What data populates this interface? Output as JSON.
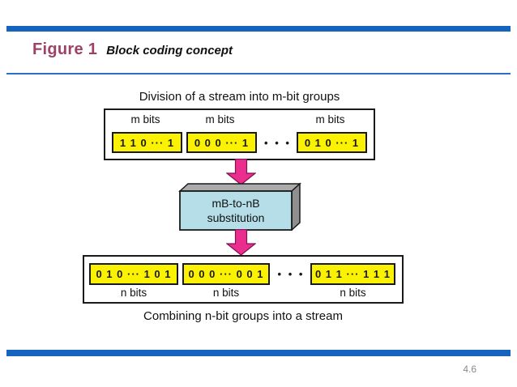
{
  "header": {
    "figure_label": "Figure 1",
    "figure_caption": "Block coding concept"
  },
  "diagram": {
    "top_caption": "Division of a stream into m-bit groups",
    "top_group": {
      "bit_label": "m bits",
      "cells": [
        "1 1 0 ··· 1",
        "0 0 0 ··· 1",
        "0 1 0 ··· 1"
      ],
      "ellipsis": "• • •"
    },
    "process_box": {
      "line1": "mB-to-nB",
      "line2": "substitution"
    },
    "bottom_group": {
      "bit_label": "n bits",
      "cells": [
        "0 1 0 ··· 1 0 1",
        "0 0 0 ··· 0 0 1",
        "0 1 1 ··· 1 1 1"
      ],
      "ellipsis": "• • •"
    },
    "bottom_caption": "Combining n-bit groups into a stream"
  },
  "footer": {
    "page_number": "4.6"
  },
  "colors": {
    "bar_blue": "#1565C0",
    "divider_blue": "#2B6FC8",
    "figure_label_maroon": "#9E4169",
    "cell_yellow": "#FBF102",
    "arrow_magenta": "#EA2E8E",
    "arrow_outline": "#83104F",
    "cube_front_blue": "#B5DEE9",
    "cube_top_gray": "#ABABAB",
    "cube_side_gray": "#8F8F8F",
    "page_number_gray": "#8A8A8A"
  }
}
